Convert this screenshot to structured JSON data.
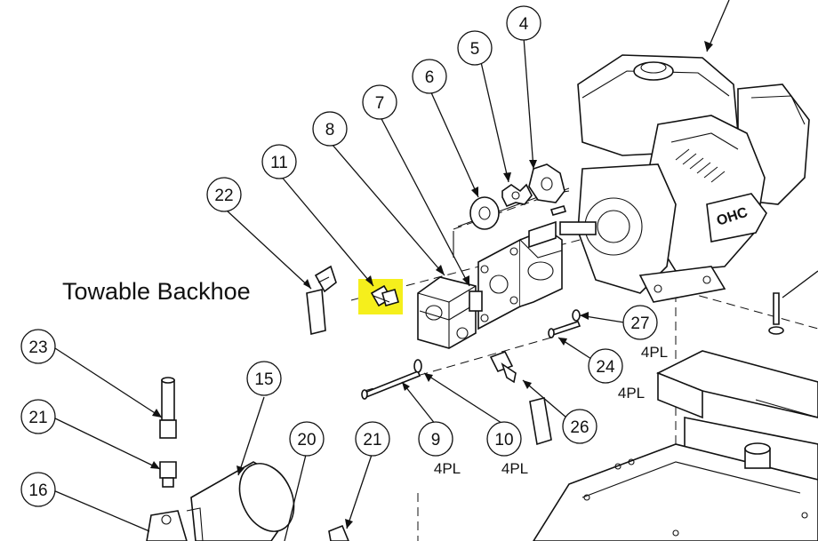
{
  "diagram": {
    "title": "Towable Backhoe",
    "highlight_color": "#f5ef1c",
    "callouts": [
      {
        "id": "4",
        "label": "4"
      },
      {
        "id": "5",
        "label": "5"
      },
      {
        "id": "6",
        "label": "6"
      },
      {
        "id": "7",
        "label": "7"
      },
      {
        "id": "8",
        "label": "8"
      },
      {
        "id": "11",
        "label": "11"
      },
      {
        "id": "22",
        "label": "22"
      },
      {
        "id": "27",
        "label": "27",
        "qty": "4PL"
      },
      {
        "id": "24",
        "label": "24",
        "qty": "4PL"
      },
      {
        "id": "26",
        "label": "26"
      },
      {
        "id": "9",
        "label": "9",
        "qty": "4PL"
      },
      {
        "id": "10",
        "label": "10",
        "qty": "4PL"
      },
      {
        "id": "15",
        "label": "15"
      },
      {
        "id": "20",
        "label": "20"
      },
      {
        "id": "21a",
        "label": "21"
      },
      {
        "id": "21b",
        "label": "21"
      },
      {
        "id": "23",
        "label": "23"
      },
      {
        "id": "16",
        "label": "16"
      }
    ],
    "engine_badge": "OHC"
  }
}
